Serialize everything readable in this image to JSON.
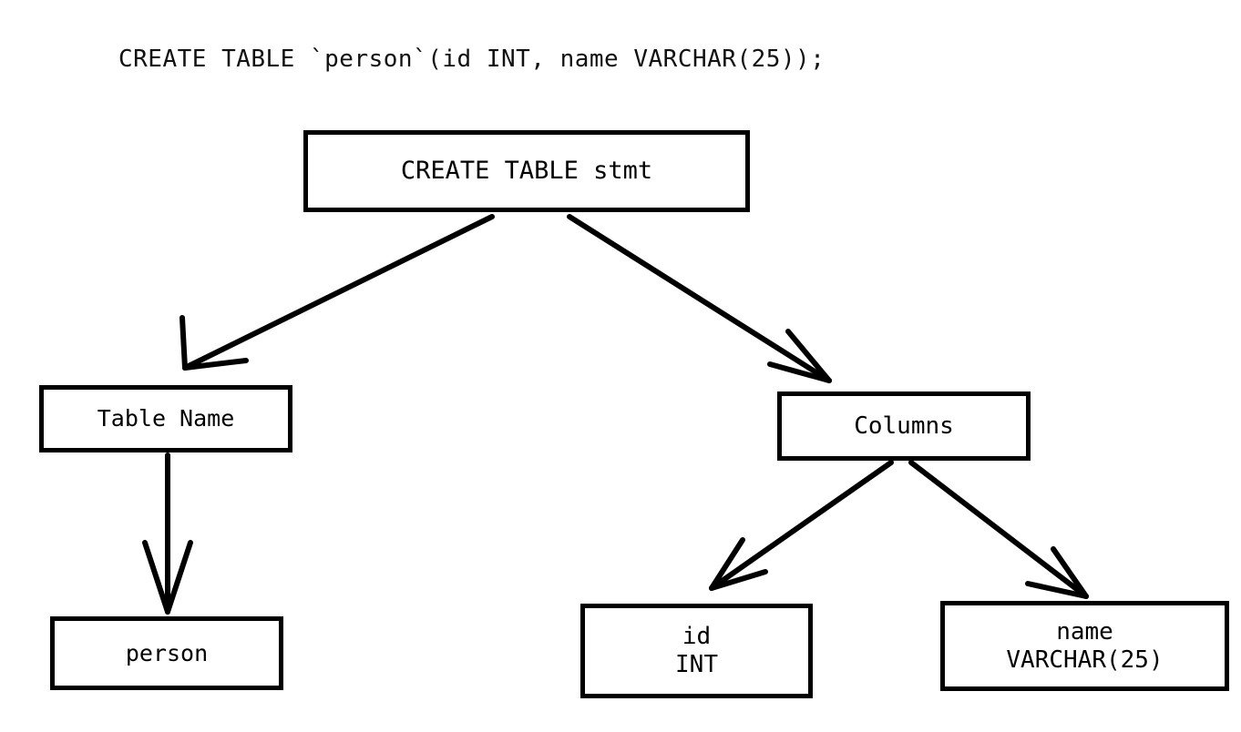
{
  "diagram": {
    "title": "CREATE TABLE `person`(id INT, name VARCHAR(25));",
    "type": "parse-tree",
    "background_color": "#ffffff",
    "stroke_color": "#000000",
    "text_color": "#000000",
    "nodes": [
      {
        "id": "root",
        "label": "CREATE TABLE stmt",
        "lines": [
          "CREATE TABLE stmt"
        ]
      },
      {
        "id": "table-name",
        "label": "Table Name",
        "lines": [
          "Table Name"
        ]
      },
      {
        "id": "columns",
        "label": "Columns",
        "lines": [
          "Columns"
        ]
      },
      {
        "id": "person",
        "label": "person",
        "lines": [
          "person"
        ]
      },
      {
        "id": "id",
        "label": "id INT",
        "lines": [
          "id",
          "INT"
        ]
      },
      {
        "id": "name",
        "label": "name VARCHAR(25)",
        "lines": [
          "name",
          "VARCHAR(25)"
        ]
      }
    ],
    "edges": [
      {
        "from": "root",
        "to": "table-name",
        "arrow": "open-v"
      },
      {
        "from": "root",
        "to": "columns",
        "arrow": "open-v"
      },
      {
        "from": "table-name",
        "to": "person",
        "arrow": "open-v"
      },
      {
        "from": "columns",
        "to": "id",
        "arrow": "open-v"
      },
      {
        "from": "columns",
        "to": "name",
        "arrow": "open-v"
      }
    ]
  }
}
